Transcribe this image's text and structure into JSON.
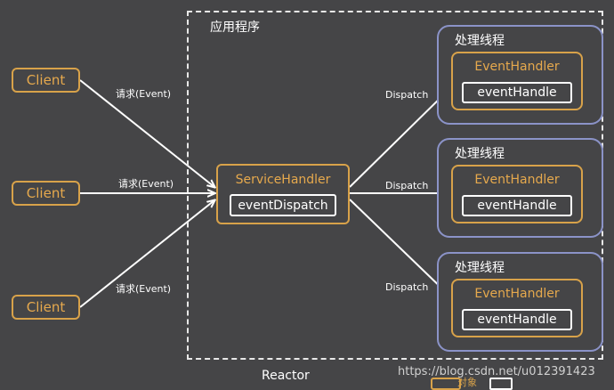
{
  "colors": {
    "background": "#454547",
    "object_border": "#d8a24a",
    "object_text": "#e6a94d",
    "thread_border": "#8b93c8",
    "frame": "#e8e8e8"
  },
  "app_frame_title": "应用程序",
  "clients": [
    {
      "label": "Client",
      "edge_label": "请求(Event)"
    },
    {
      "label": "Client",
      "edge_label": "请求(Event)"
    },
    {
      "label": "Client",
      "edge_label": "请求(Event)"
    }
  ],
  "service_handler": {
    "title": "ServiceHandler",
    "method": "eventDispatch"
  },
  "threads": [
    {
      "title": "处理线程",
      "handler": "EventHandler",
      "method": "eventHandle",
      "edge_label": "Dispatch"
    },
    {
      "title": "处理线程",
      "handler": "EventHandler",
      "method": "eventHandle",
      "edge_label": "Dispatch"
    },
    {
      "title": "处理线程",
      "handler": "EventHandler",
      "method": "eventHandle",
      "edge_label": "Dispatch"
    }
  ],
  "footer": {
    "reactor_label": "Reactor",
    "watermark": "https://blog.csdn.net/u012391423",
    "legend_object_label": "对象"
  }
}
